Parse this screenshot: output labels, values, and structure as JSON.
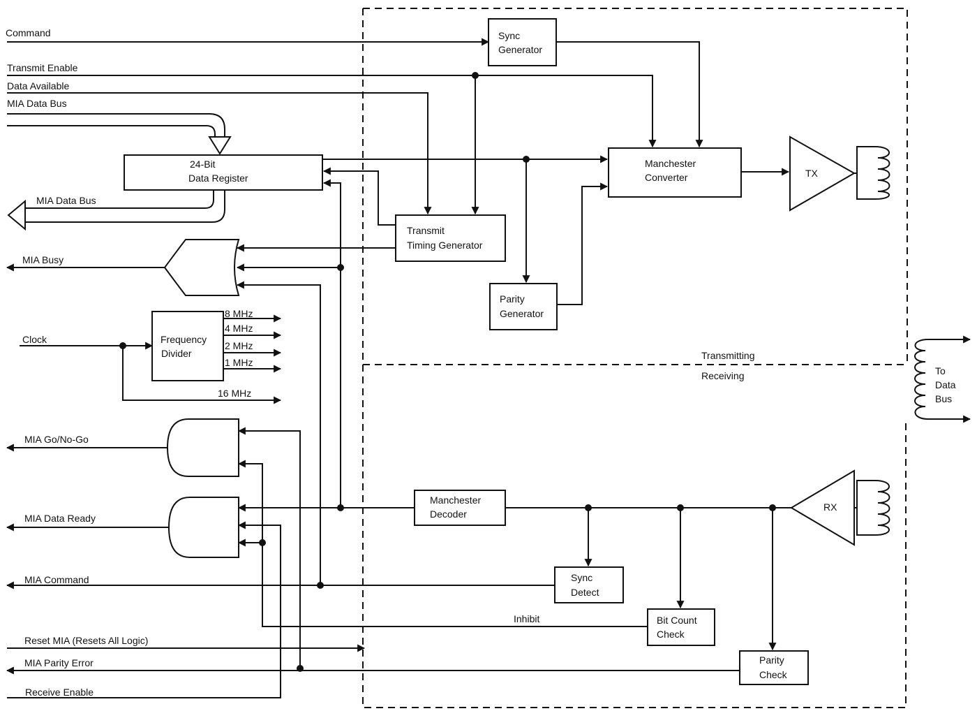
{
  "inputs": {
    "command": "Command",
    "transmit_enable": "Transmit Enable",
    "data_available": "Data Available",
    "mia_data_bus_in": "MIA Data Bus",
    "clock": "Clock",
    "reset_mia": "Reset MIA (Resets All Logic)",
    "receive_enable": "Receive Enable"
  },
  "outputs": {
    "mia_data_bus_out": "MIA Data Bus",
    "mia_busy": "MIA Busy",
    "mia_go_no_go": "MIA Go/No-Go",
    "mia_data_ready": "MIA Data Ready",
    "mia_command": "MIA Command",
    "mia_parity_error": "MIA Parity Error"
  },
  "blocks": {
    "data_register": {
      "line1": "24-Bit",
      "line2": "Data Register"
    },
    "transmit_timing": {
      "line1": "Transmit",
      "line2": "Timing Generator"
    },
    "sync_generator": {
      "line1": "Sync",
      "line2": "Generator"
    },
    "manchester_converter": {
      "line1": "Manchester",
      "line2": "Converter"
    },
    "parity_generator": {
      "line1": "Parity",
      "line2": "Generator"
    },
    "frequency_divider": {
      "line1": "Frequency",
      "line2": "Divider"
    },
    "manchester_decoder": {
      "line1": "Manchester",
      "line2": "Decoder"
    },
    "sync_detect": {
      "line1": "Sync",
      "line2": "Detect"
    },
    "bit_count_check": {
      "line1": "Bit Count",
      "line2": "Check"
    },
    "parity_check": {
      "line1": "Parity",
      "line2": "Check"
    },
    "tx": "TX",
    "rx": "RX"
  },
  "frequencies": [
    "8 MHz",
    "4 MHz",
    "2 MHz",
    "1 MHz",
    "16 MHz"
  ],
  "sections": {
    "transmitting": "Transmitting",
    "receiving": "Receiving"
  },
  "signals": {
    "inhibit": "Inhibit"
  },
  "to_data_bus": {
    "line1": "To",
    "line2": "Data",
    "line3": "Bus"
  }
}
